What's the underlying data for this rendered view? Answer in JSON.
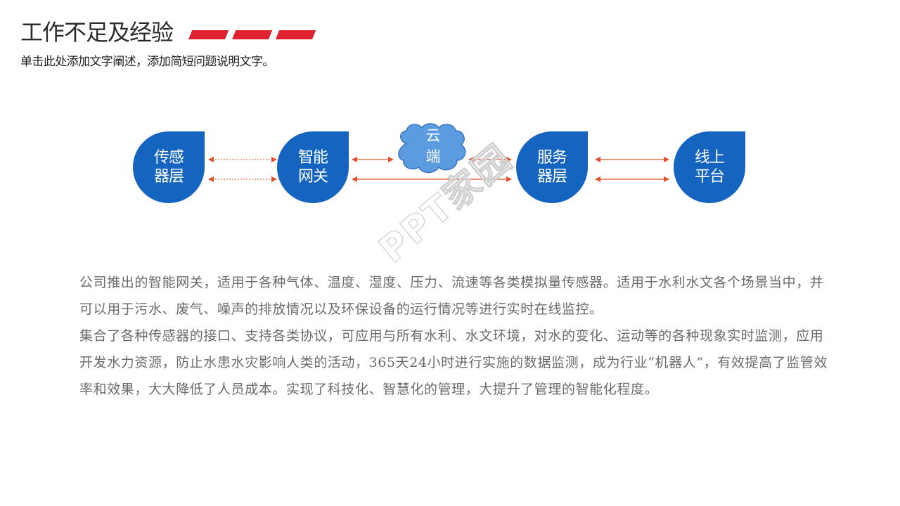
{
  "header": {
    "title": "工作不足及经验",
    "subtitle": "单击此处添加文字阐述，添加简短问题说明文字。",
    "accent_color": "#E0212F"
  },
  "diagram": {
    "node_color": "#1565C0",
    "arrow_color": "#E0502C",
    "nodes": [
      {
        "id": "sensor-layer",
        "line1": "传感",
        "line2": "器层"
      },
      {
        "id": "smart-gateway",
        "line1": "智能",
        "line2": "网关"
      },
      {
        "id": "server-layer",
        "line1": "服务",
        "line2": "器层"
      },
      {
        "id": "online-platform",
        "line1": "线上",
        "line2": "平台"
      }
    ],
    "cloud": {
      "line1": "云",
      "line2": "端",
      "fill": "#5B9BE0",
      "stroke": "#3A74C4"
    }
  },
  "watermark": {
    "text": "PPT家园"
  },
  "body": {
    "paragraphs": [
      "公司推出的智能网关，适用于各种气体、温度、湿度、压力、流速等各类模拟量传感器。适用于水利水文各个场景当中，并可以用于污水、废气、噪声的排放情况以及环保设备的运行情况等进行实时在线监控。",
      "集合了各种传感器的接口、支持各类协议，可应用与所有水利、水文环境，对水的变化、运动等的各种现象实时监测，应用开发水力资源，防止水患水灾影响人类的活动，365天24小时进行实施的数据监测，成为行业“机器人”，有效提高了监管效率和效果，大大降低了人员成本。实现了科技化、智慧化的管理，大提升了管理的智能化程度。"
    ]
  }
}
